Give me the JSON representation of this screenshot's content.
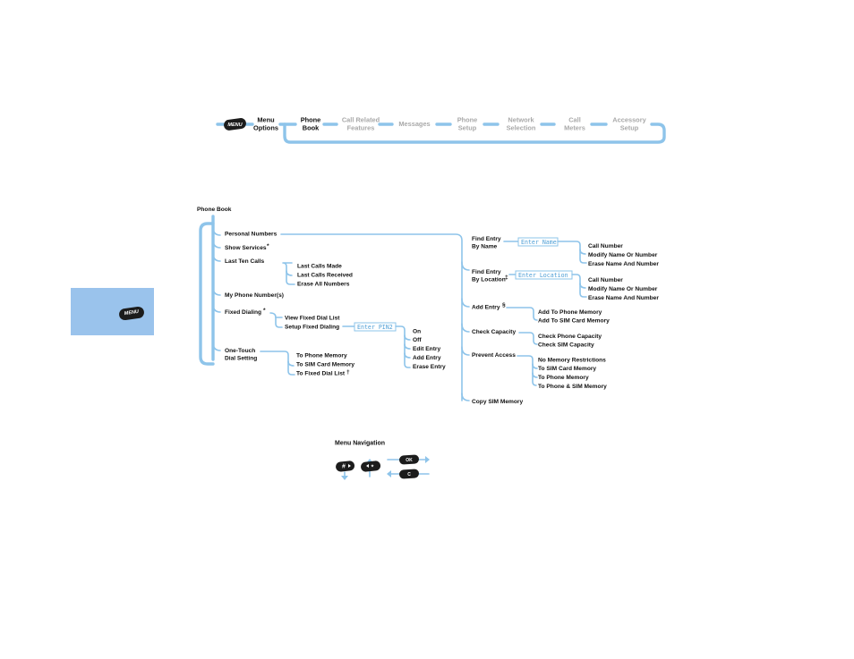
{
  "tabs": {
    "menu_key": "MENU",
    "menu_options": [
      "Menu",
      "Options"
    ],
    "phone_book": [
      "Phone",
      "Book"
    ],
    "call_related": [
      "Call Related",
      "Features"
    ],
    "messages": "Messages",
    "phone_setup": [
      "Phone",
      "Setup"
    ],
    "network": [
      "Network",
      "Selection"
    ],
    "call_meters": [
      "Call",
      "Meters"
    ],
    "accessory": [
      "Accessory",
      "Setup"
    ]
  },
  "side_tab": {
    "menu_key": "MENU",
    "color": "#9ac3ec"
  },
  "colors": {
    "line": "#8ec4ea",
    "dim_text": "#a9a9a9",
    "lcd_text": "#4f9fd6"
  },
  "tree": {
    "title": "Phone Book",
    "personal_numbers": "Personal Numbers",
    "show_services": "Show Services",
    "show_services_mark": "*",
    "last_ten_calls": "Last Ten Calls",
    "last_ten": [
      "Last Calls Made",
      "Last Calls Received",
      "Erase All Numbers"
    ],
    "my_phone_numbers": "My Phone Number(s)",
    "fixed_dialing": "Fixed Dialing",
    "fixed_dialing_mark": "*",
    "fixed": [
      "View Fixed Dial List",
      "Setup Fixed Dialing"
    ],
    "enter_pin2": "Enter PIN2",
    "pin2_options": [
      "On",
      "Off",
      "Edit Entry",
      "Add Entry",
      "Erase Entry"
    ],
    "one_touch": [
      "One-Touch",
      "Dial Setting"
    ],
    "one_touch_options": [
      "To Phone Memory",
      "To SIM Card Memory",
      "To Fixed Dial List"
    ],
    "one_touch_mark": "†"
  },
  "right": {
    "find_name": [
      "Find Entry",
      "By Name"
    ],
    "enter_name": "Enter Name",
    "name_options": [
      "Call Number",
      "Modify Name Or Number",
      "Erase Name And Number"
    ],
    "find_location": [
      "Find Entry",
      "By Location"
    ],
    "find_location_mark": "‡",
    "enter_location": "Enter Location",
    "location_options": [
      "Call Number",
      "Modify Name Or Number",
      "Erase Name And Number"
    ],
    "add_entry": "Add Entry",
    "add_entry_mark": "§",
    "add_options": [
      "Add To Phone Memory",
      "Add To SIM Card Memory"
    ],
    "check_capacity": "Check Capacity",
    "capacity_options": [
      "Check Phone Capacity",
      "Check SIM Capacity"
    ],
    "prevent_access": "Prevent Access",
    "prevent_options": [
      "No Memory Restrictions",
      "To SIM Card Memory",
      "To Phone Memory",
      "To Phone & SIM Memory"
    ],
    "copy_sim": "Copy SIM Memory"
  },
  "navigation": {
    "title": "Menu Navigation",
    "key_hash": "#",
    "key_star": "*",
    "key_ok": "OK",
    "key_c": "C"
  }
}
